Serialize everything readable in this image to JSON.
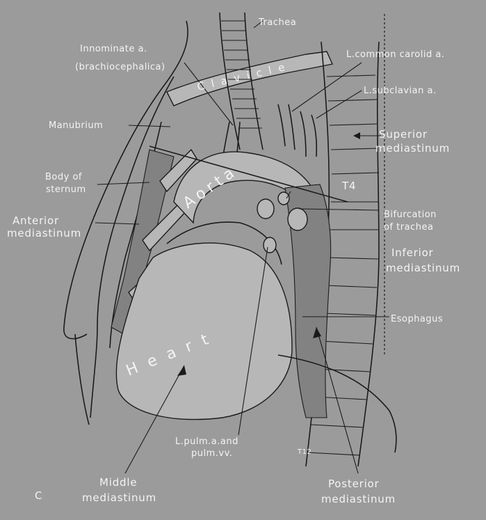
{
  "figure": {
    "panel_letter": "C",
    "labels": {
      "trachea": "Trachea",
      "innominate_1": "Innominate a.",
      "innominate_2": "(brachiocephalica)",
      "clavicle": "Clavicle",
      "l_common_carotid": "L.common carolid a.",
      "l_subclavian": "L.subclavian a.",
      "manubrium": "Manubrium",
      "superior_1": "Superior",
      "superior_2": "mediastinum",
      "body_sternum_1": "Body of",
      "body_sternum_2": "sternum",
      "aorta": "Aorta",
      "t4": "T4",
      "anterior_1": "Anterior",
      "anterior_2": "mediastinum",
      "bifurcation_1": "Bifurcation",
      "bifurcation_2": "of trachea",
      "inferior_1": "Inferior",
      "inferior_2": "mediastinum",
      "esophagus": "Esophagus",
      "heart": "Heart",
      "l_pulm_1": "L.pulm.a.and",
      "l_pulm_2": "pulm.vv.",
      "t12": "T12",
      "middle_1": "Middle",
      "middle_2": "mediastinum",
      "posterior_1": "Posterior",
      "posterior_2": "mediastinum"
    }
  }
}
